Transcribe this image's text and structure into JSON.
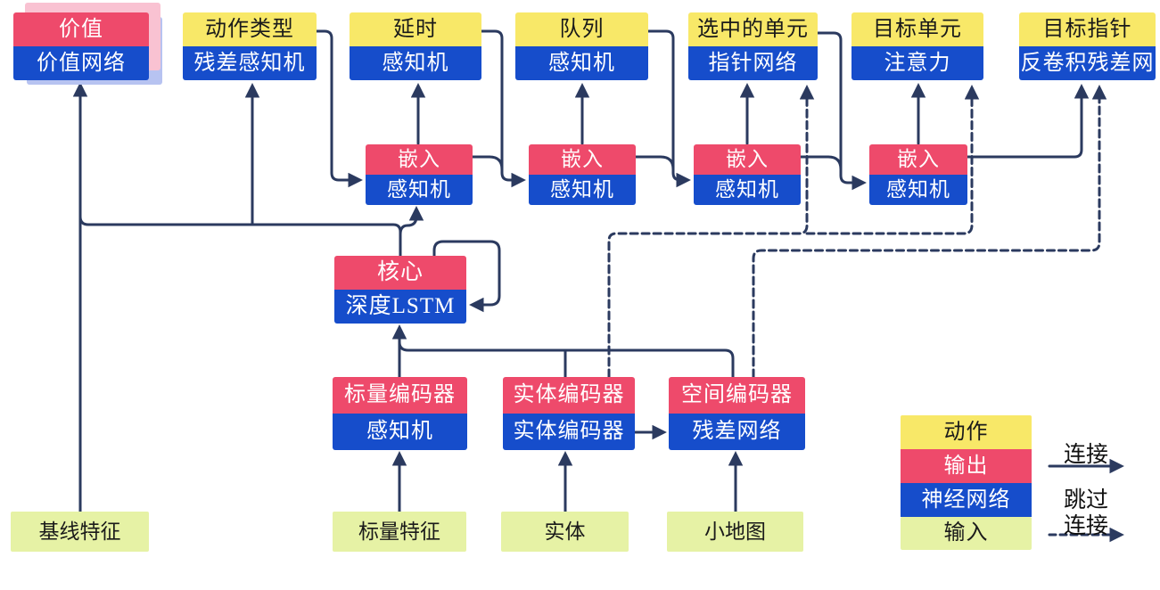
{
  "nodes": {
    "value": {
      "top": "价值",
      "bottom": "价值网络"
    },
    "action_type": {
      "top": "动作类型",
      "bottom": "残差感知机"
    },
    "delay": {
      "top": "延时",
      "bottom": "感知机"
    },
    "queue": {
      "top": "队列",
      "bottom": "感知机"
    },
    "selected_units": {
      "top": "选中的单元",
      "bottom": "指针网络"
    },
    "target_unit": {
      "top": "目标单元",
      "bottom": "注意力"
    },
    "target_point": {
      "top": "目标指针",
      "bottom": "反卷积残差网"
    },
    "embed": {
      "top": "嵌入",
      "bottom": "感知机"
    },
    "core": {
      "top": "核心",
      "bottom": "深度LSTM"
    },
    "scalar_encoder": {
      "top": "标量编码器",
      "bottom": "感知机"
    },
    "entity_encoder": {
      "top": "实体编码器",
      "bottom": "实体编码器"
    },
    "spatial_encoder": {
      "top": "空间编码器",
      "bottom": "残差网络"
    },
    "baseline_features": {
      "label": "基线特征"
    },
    "scalar_features": {
      "label": "标量特征"
    },
    "entities": {
      "label": "实体"
    },
    "minimap": {
      "label": "小地图"
    }
  },
  "legend": {
    "action": "动作",
    "output": "输出",
    "neural_network": "神经网络",
    "input": "输入",
    "connection_label": "连接",
    "skip_line1": "跳过",
    "skip_line2": "连接"
  },
  "colors": {
    "action_yellow": "#f8e868",
    "output_red": "#ee4a6b",
    "network_blue": "#164dcb",
    "input_green": "#e6f2a5",
    "line_navy": "#2b3a5f",
    "stack_shadow_pink": "#f9c2d2",
    "stack_shadow_periwinkle": "#b7c3f1"
  }
}
